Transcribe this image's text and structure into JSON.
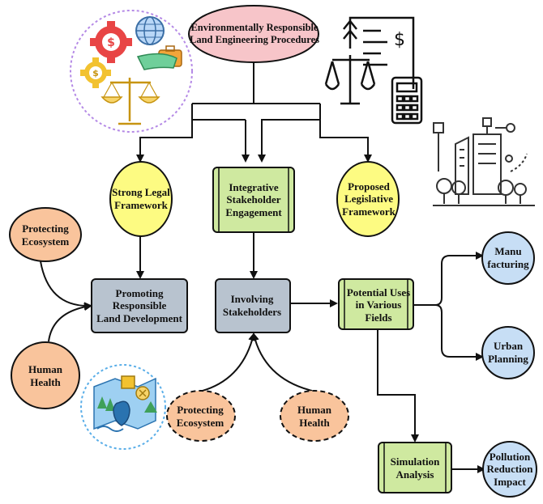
{
  "colors": {
    "pink": "#f7c5c9",
    "yellow": "#fdfb82",
    "green": "#cfe9a0",
    "slate": "#b8c3cf",
    "peach": "#f9c49c",
    "lightblue": "#c7def5",
    "line": "#111111"
  },
  "icons": {
    "top_left": "finance-balance-gear-icon",
    "top_right": "tax-law-calculator-icon",
    "city": "city-network-icon",
    "eco": "ecosystem-map-icon"
  },
  "top": {
    "line1": "Environmentally Responsible",
    "line2": "Land Engineering Procedures"
  },
  "legal": {
    "line1": "Strong Legal",
    "line2": "Framework"
  },
  "integrative": {
    "line1": "Integrative",
    "line2": "Stakeholder",
    "line3": "Engagement"
  },
  "proposed": {
    "line1": "Proposed",
    "line2": "Legislative",
    "line3": "Framework"
  },
  "protect_left": {
    "line1": "Protecting",
    "line2": "Ecosystem"
  },
  "human_left": {
    "line1": "Human",
    "line2": "Health"
  },
  "promoting": {
    "line1": "Promoting",
    "line2": "Responsible",
    "line3": "Land Development"
  },
  "involving": {
    "line1": "Involving",
    "line2": "Stakeholders"
  },
  "protect_bottom": {
    "line1": "Protecting",
    "line2": "Ecosystem"
  },
  "human_bottom": {
    "line1": "Human",
    "line2": "Health"
  },
  "potential": {
    "line1": "Potential Uses",
    "line2": "in Various",
    "line3": "Fields"
  },
  "manu": {
    "line1": "Manu",
    "line2": "facturing"
  },
  "urban": {
    "line1": "Urban",
    "line2": "Planning"
  },
  "simulation": {
    "line1": "Simulation",
    "line2": "Analysis"
  },
  "pollution": {
    "line1": "Pollution",
    "line2": "Reduction",
    "line3": "Impact"
  }
}
